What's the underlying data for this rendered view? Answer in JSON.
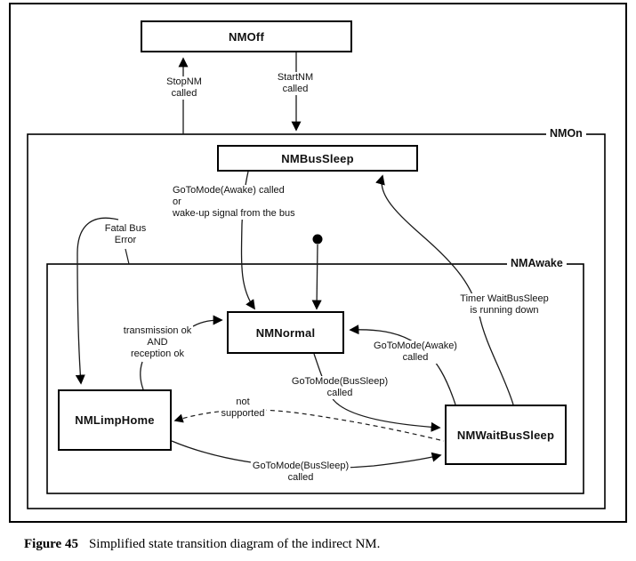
{
  "figure": {
    "caption_label": "Figure 45",
    "caption_text": "Simplified state transition diagram of the indirect NM."
  },
  "containers": {
    "nmon": "NMOn",
    "nmawake": "NMAwake"
  },
  "states": {
    "nmoff": "NMOff",
    "nmbussleep": "NMBusSleep",
    "nmnormal": "NMNormal",
    "nmlimphome": "NMLimpHome",
    "nmwaitbussleep": "NMWaitBusSleep"
  },
  "transitions": {
    "stopnm": "StopNM\ncalled",
    "startnm": "StartNM\ncalled",
    "wakeup": "GoToMode(Awake) called\nor\nwake-up signal from the bus",
    "fatal_bus_error": "Fatal Bus\nError",
    "timer_waitbussleep": "Timer WaitBusSleep\nis running down",
    "transmission_ok": "transmission ok\nAND\nreception ok",
    "gotomode_awake": "GoToMode(Awake)\ncalled",
    "gotomode_bussleep_from_normal": "GoToMode(BusSleep)\ncalled",
    "not_supported": "not\nsupported",
    "gotomode_bussleep_from_limphome": "GoToMode(BusSleep)\ncalled"
  },
  "colors": {
    "line": "#1a1a1a",
    "box_border": "#000000",
    "background": "#ffffff"
  }
}
